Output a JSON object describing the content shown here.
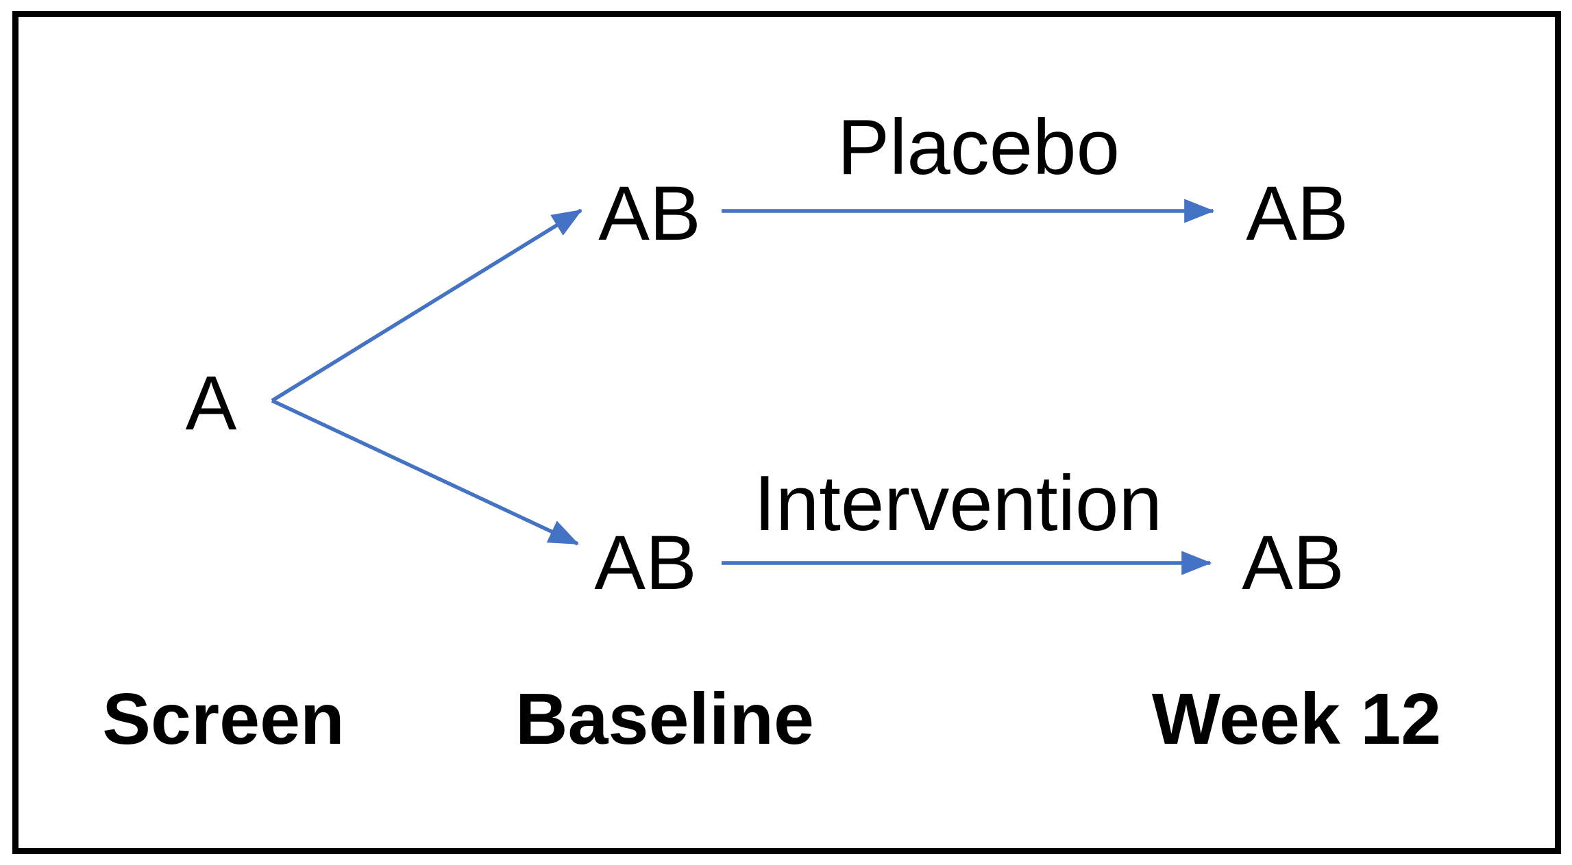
{
  "diagram": {
    "nodes": {
      "screen_a": "A",
      "baseline_placebo": "AB",
      "baseline_intervention": "AB",
      "week12_placebo": "AB",
      "week12_intervention": "AB"
    },
    "arrows": {
      "placebo_label": "Placebo",
      "intervention_label": "Intervention"
    },
    "stages": {
      "screen": "Screen",
      "baseline": "Baseline",
      "week12": "Week 12"
    }
  },
  "colors": {
    "arrow_blue": "#4472C4",
    "text_black": "#000000",
    "frame_black": "#000000",
    "background": "#FFFFFF"
  }
}
